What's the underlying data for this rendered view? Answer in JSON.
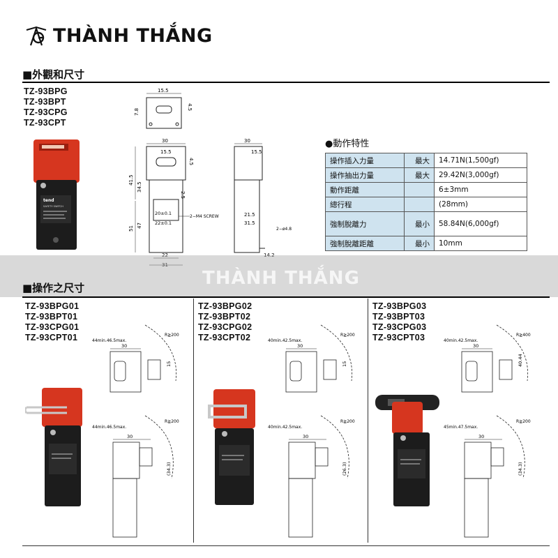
{
  "brand": {
    "name": "THÀNH THẮNG",
    "watermark": "THÀNH THẮNG"
  },
  "section1": {
    "title": "■外觀和尺寸",
    "models": [
      "TZ-93BPG",
      "TZ-93BPT",
      "TZ-93CPG",
      "TZ-93CPT"
    ],
    "product_label": {
      "brand": "tend",
      "text": "SAFETY SWITCH"
    },
    "dims_top": {
      "w": "15.5",
      "h1": "7.8",
      "h2": "4.5"
    },
    "dims_front": [
      "30",
      "15.5",
      "4.5",
      "41.5",
      "34.5",
      "51",
      "47",
      "20±0.1",
      "22±0.1",
      "2−M4 SCREW",
      "2.5",
      "22",
      "31"
    ],
    "dims_side": [
      "30",
      "15.5",
      "21.5",
      "31.5",
      "2−ø4.8",
      "14.2"
    ]
  },
  "spec": {
    "title": "●動作特性",
    "rows": [
      {
        "label": "操作插入力量",
        "limit": "最大",
        "value": "14.71N(1,500gf)"
      },
      {
        "label": "操作抽出力量",
        "limit": "最大",
        "value": "29.42N(3,000gf)"
      },
      {
        "label": "動作距離",
        "limit": "",
        "value": "6±3mm"
      },
      {
        "label": "總行程",
        "limit": "",
        "value": "(28mm)"
      },
      {
        "label": "強制脫離力",
        "limit": "最小",
        "value": "58.84N(6,000gf)"
      },
      {
        "label": "強制脫離距離",
        "limit": "最小",
        "value": "10mm"
      }
    ]
  },
  "section2": {
    "title": "■操作之尺寸",
    "columns": [
      {
        "models": [
          "TZ-93BPG01",
          "TZ-93BPT01",
          "TZ-93CPG01",
          "TZ-93CPT01"
        ],
        "top_note": "44min.46.5max.",
        "top_r": "R≧200",
        "top_w": "30",
        "top_h": "15",
        "bot_note": "44min.46.5max.",
        "bot_r": "R≧200",
        "bot_w": "30",
        "bot_h": "(34.3)"
      },
      {
        "models": [
          "TZ-93BPG02",
          "TZ-93BPT02",
          "TZ-93CPG02",
          "TZ-93CPT02"
        ],
        "top_note": "40min.42.5max.",
        "top_r": "R≧200",
        "top_w": "30",
        "top_h": "15",
        "bot_note": "40min.42.5max.",
        "bot_r": "R≧200",
        "bot_w": "30",
        "bot_h": "(26.3)"
      },
      {
        "models": [
          "TZ-93BPG03",
          "TZ-93BPT03",
          "TZ-93CPG03",
          "TZ-93CPT03"
        ],
        "top_note": "40min.42.5max.",
        "top_r": "R≧400",
        "top_w": "30",
        "top_h": "40.44",
        "bot_note": "45min.47.5max.",
        "bot_r": "R≧200",
        "bot_w": "30",
        "bot_h": "(34.3)"
      }
    ]
  },
  "colors": {
    "housing_red": "#d6361f",
    "body_black": "#1c1c1c",
    "table_blue": "#cfe3ef"
  }
}
